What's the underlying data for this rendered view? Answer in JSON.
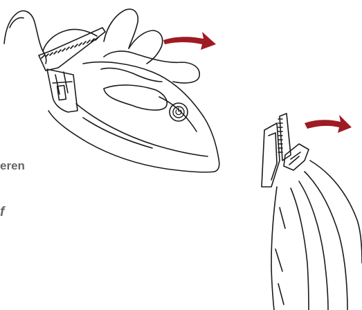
{
  "text_fragments": {
    "fragment_1": "eren",
    "fragment_2": "f"
  },
  "illustrations": {
    "top": "hand-holding-trimmer-attaching-blade",
    "bottom_right": "trimmer-blade-closeup"
  },
  "colors": {
    "line_art": "#1a1a1a",
    "arrow": "#9e1b24",
    "text": "#666666",
    "background": "#ffffff"
  }
}
